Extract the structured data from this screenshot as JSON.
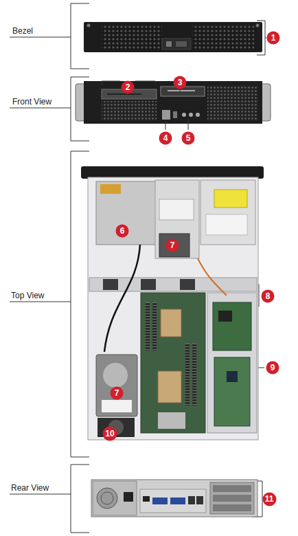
{
  "diagram": {
    "nodes": [
      {
        "text": [
          "1"
        ]
      },
      {
        "text": [
          "2"
        ]
      },
      {
        "text": [
          "3"
        ]
      },
      {
        "text": [
          "4"
        ]
      },
      {
        "text": [
          "5"
        ]
      },
      {
        "text": [
          "6"
        ]
      },
      {
        "text": [
          "7"
        ]
      },
      {
        "text": [
          "8"
        ]
      },
      {
        "text": [
          "9"
        ]
      },
      {
        "text": [
          "7"
        ]
      },
      {
        "text": [
          "10"
        ]
      },
      {
        "text": [
          "11"
        ]
      }
    ],
    "labels": [
      "Bezel",
      "Front View",
      "Top View",
      "Rear View"
    ]
  }
}
